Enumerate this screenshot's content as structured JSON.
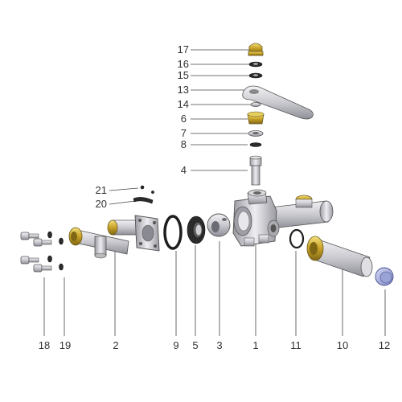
{
  "diagram": {
    "parts": [
      {
        "number": "1",
        "name": "valve-body"
      },
      {
        "number": "2",
        "name": "inlet-manifold"
      },
      {
        "number": "3",
        "name": "ball"
      },
      {
        "number": "4",
        "name": "stem"
      },
      {
        "number": "5",
        "name": "seat-seal"
      },
      {
        "number": "6",
        "name": "packing-nut"
      },
      {
        "number": "7",
        "name": "washer"
      },
      {
        "number": "8",
        "name": "stem-o-ring"
      },
      {
        "number": "9",
        "name": "body-o-ring"
      },
      {
        "number": "10",
        "name": "outlet-tube"
      },
      {
        "number": "11",
        "name": "outlet-o-ring"
      },
      {
        "number": "12",
        "name": "end-cap"
      },
      {
        "number": "13",
        "name": "handle"
      },
      {
        "number": "14",
        "name": "handle-washer"
      },
      {
        "number": "15",
        "name": "lower-spring-washer"
      },
      {
        "number": "16",
        "name": "upper-spring-washer"
      },
      {
        "number": "17",
        "name": "cap-nut"
      },
      {
        "number": "18",
        "name": "bolts"
      },
      {
        "number": "19",
        "name": "bolt-washers"
      },
      {
        "number": "20",
        "name": "stop-plate"
      },
      {
        "number": "21",
        "name": "stop-pin"
      }
    ],
    "colors": {
      "metal": "#c9c9cf",
      "brass": "#c9a227",
      "dark": "#2b2b2b",
      "cap": "#9aa3d6"
    }
  }
}
